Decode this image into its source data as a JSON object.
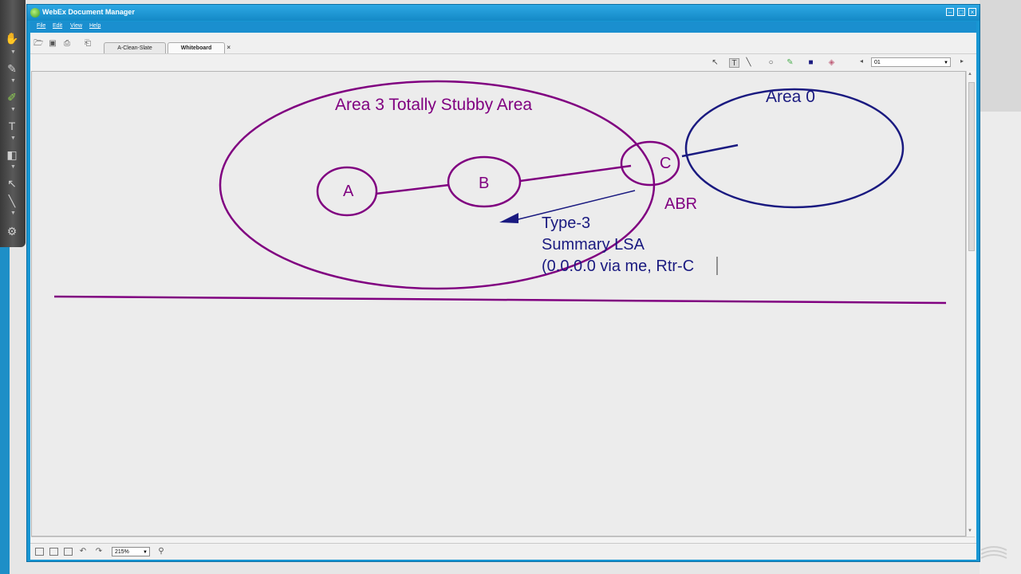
{
  "window": {
    "title": "WebEx Document Manager",
    "min_glyph": "‒",
    "max_glyph": "□",
    "close_glyph": "×"
  },
  "menu": [
    "File",
    "Edit",
    "View",
    "Help"
  ],
  "tabs": [
    {
      "label": "A-Clean-Slate",
      "active": false
    },
    {
      "label": "Whiteboard",
      "active": true
    }
  ],
  "tab_close_glyph": "×",
  "toolbar": {
    "page_select": "01",
    "wb_tools": [
      "pointer-icon",
      "text-icon",
      "line-icon",
      "ellipse-icon",
      "highlighter-icon",
      "color-icon",
      "eraser-icon"
    ]
  },
  "statusbar": {
    "zoom": "215%"
  },
  "whiteboard": {
    "area3_label": "Area 3  Totally Stubby Area",
    "area0_label": "Area 0",
    "router_a": "A",
    "router_b": "B",
    "router_c": "C",
    "abr_label": "ABR",
    "lsa_line1": "Type-3",
    "lsa_line2": "Summary LSA",
    "lsa_line3": "(0.0.0.0 via me, Rtr-C",
    "purple": "#800080",
    "navy": "#1a1a80"
  }
}
